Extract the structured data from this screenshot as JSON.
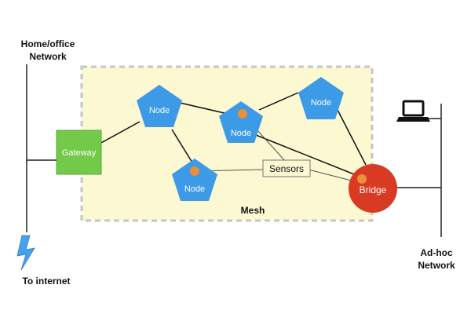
{
  "labels": {
    "home_network_line1": "Home/office",
    "home_network_line2": "Network",
    "to_internet": "To internet",
    "gateway": "Gateway",
    "mesh": "Mesh",
    "node": "Node",
    "sensors": "Sensors",
    "bridge": "Bridge",
    "adhoc_line1": "Ad-hoc",
    "adhoc_line2": "Network"
  },
  "icons": {
    "internet": "lightning-bolt-icon",
    "laptop": "laptop-icon"
  },
  "colors": {
    "mesh_fill": "#fbf8d2",
    "mesh_border": "#c6c6c6",
    "node": "#3d9ae6",
    "gateway": "#73c94a",
    "bridge": "#d93a24",
    "sensor": "#eb8f3a",
    "lightning": "#45a2ee"
  }
}
